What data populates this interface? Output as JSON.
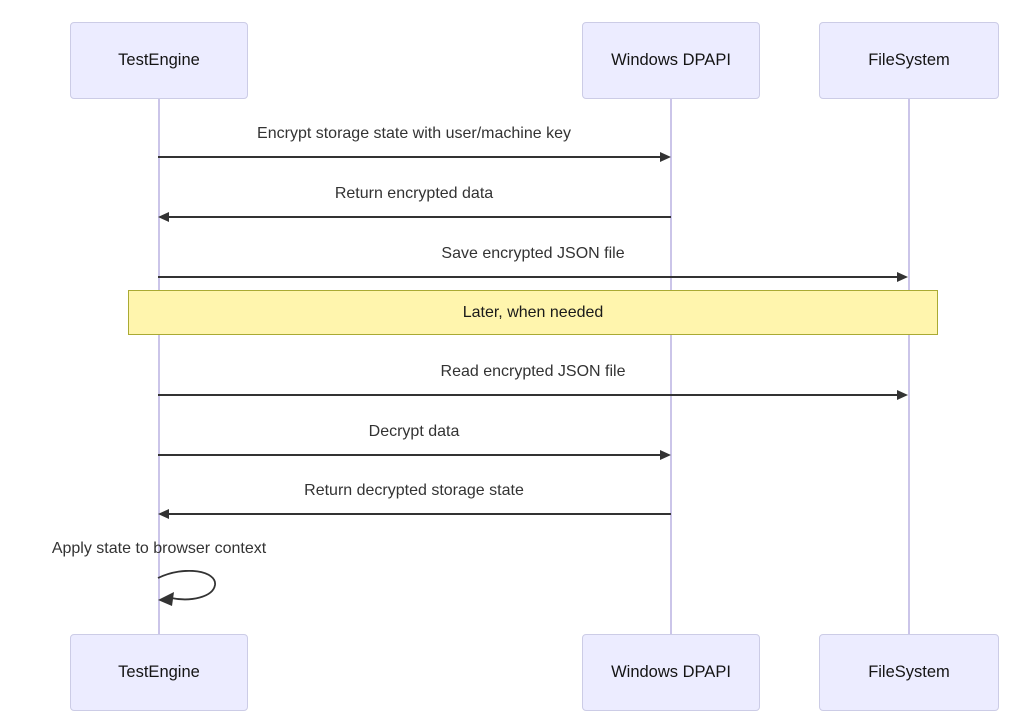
{
  "diagram": {
    "type": "sequence-diagram",
    "actors": [
      {
        "id": "testengine",
        "label": "TestEngine"
      },
      {
        "id": "dpapi",
        "label": "Windows DPAPI"
      },
      {
        "id": "filesystem",
        "label": "FileSystem"
      }
    ],
    "messages": [
      {
        "from": "TestEngine",
        "to": "Windows DPAPI",
        "text": "Encrypt storage state with user/machine key",
        "arrow": "solid-right"
      },
      {
        "from": "Windows DPAPI",
        "to": "TestEngine",
        "text": "Return encrypted data",
        "arrow": "solid-left"
      },
      {
        "from": "TestEngine",
        "to": "FileSystem",
        "text": "Save encrypted JSON file",
        "arrow": "solid-right"
      },
      {
        "from": "TestEngine",
        "to": "FileSystem",
        "text": "Read encrypted JSON file",
        "arrow": "solid-right"
      },
      {
        "from": "TestEngine",
        "to": "Windows DPAPI",
        "text": "Decrypt data",
        "arrow": "solid-right"
      },
      {
        "from": "Windows DPAPI",
        "to": "TestEngine",
        "text": "Return decrypted storage state",
        "arrow": "solid-left"
      },
      {
        "from": "TestEngine",
        "to": "TestEngine",
        "text": "Apply state to browser context",
        "arrow": "self-loop"
      }
    ],
    "note": {
      "text": "Later, when needed",
      "placement": "over all actors"
    },
    "colors": {
      "actor_fill": "#ECECFF",
      "actor_border": "#CCCCE6",
      "lifeline": "#CBC5E9",
      "note_fill": "#FFF5AD",
      "note_border": "#AAAA33",
      "message_line": "#333333",
      "text": "#333333",
      "background": "#FFFFFF"
    }
  }
}
